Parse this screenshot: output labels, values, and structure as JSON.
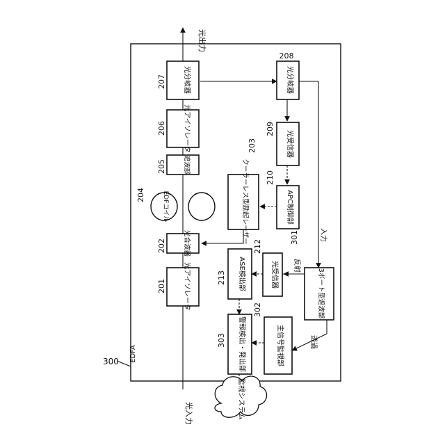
{
  "labels": {
    "optical_output": "光出力",
    "optical_input": "光入力",
    "monitoring_system": "監視システム",
    "edfa_ref": "300",
    "edfa_name": "EDFA",
    "input": "入力",
    "reflect": "反射",
    "transmit": "透過"
  },
  "blocks": {
    "b201": {
      "ref": "201",
      "text": "光アイソレータ"
    },
    "b202": {
      "ref": "202",
      "text": "光合波器"
    },
    "b203": {
      "ref": "203",
      "text": "クーラーレス型励起レーザー"
    },
    "b204": {
      "ref": "204",
      "text": "EDFコイル"
    },
    "b205": {
      "ref": "205",
      "text": "遮波部"
    },
    "b206": {
      "ref": "206",
      "text": "光アイソレータ"
    },
    "b207": {
      "ref": "207",
      "text": "光分岐器"
    },
    "b208": {
      "ref": "208",
      "text": "光分岐器"
    },
    "b209": {
      "ref": "209",
      "text": "光受信器"
    },
    "b210": {
      "ref": "210",
      "text": "APC制御部"
    },
    "b212": {
      "ref": "212",
      "text": "光受信器"
    },
    "b213": {
      "ref": "213",
      "text": "ASE検出部"
    },
    "b301": {
      "ref": "301",
      "text": "3ポート型遮波部"
    },
    "b302": {
      "ref": "302",
      "text": "主信号監視部"
    },
    "b303": {
      "ref": "303",
      "text": "警報検出・発出部"
    }
  }
}
